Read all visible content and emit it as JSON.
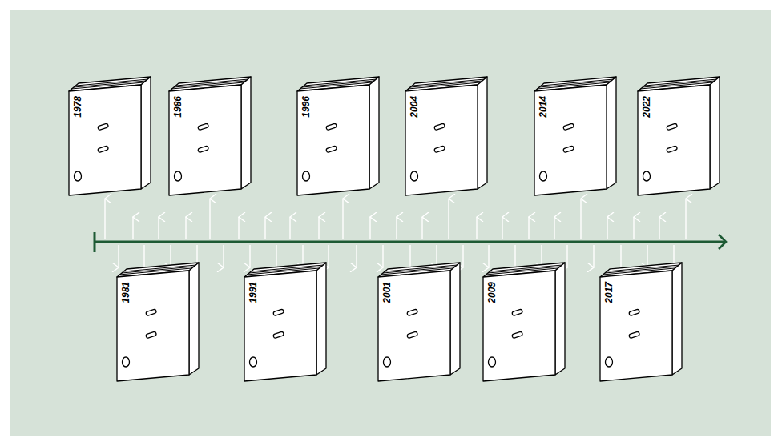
{
  "diagram": {
    "nodes": [
      {
        "text": [
          "1978"
        ]
      },
      {
        "text": [
          "1981"
        ]
      },
      {
        "text": [
          "1986"
        ]
      },
      {
        "text": [
          "1991"
        ]
      },
      {
        "text": [
          "1996"
        ]
      },
      {
        "text": [
          "2001"
        ]
      },
      {
        "text": [
          "2004"
        ]
      },
      {
        "text": [
          "2009"
        ]
      },
      {
        "text": [
          "2014"
        ]
      },
      {
        "text": [
          "2017"
        ]
      },
      {
        "text": [
          "2022"
        ]
      }
    ]
  }
}
